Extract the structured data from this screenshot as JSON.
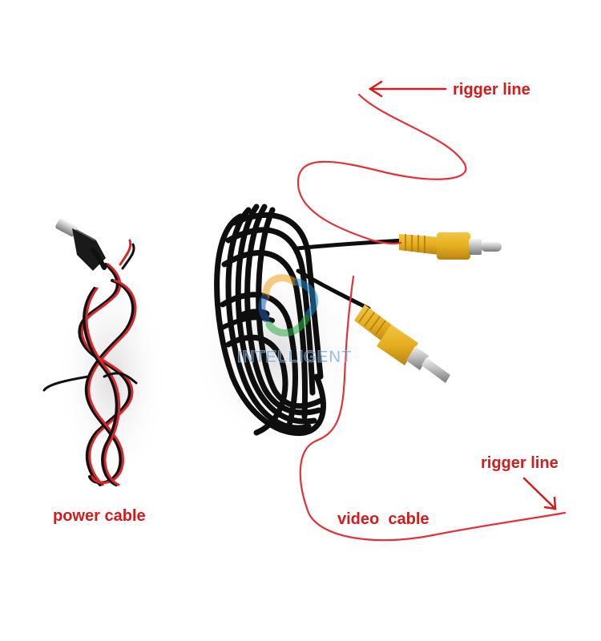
{
  "image": {
    "subject": "product-photo",
    "background_color": "#ffffff",
    "annotation_color": "#d41c1c"
  },
  "labels": {
    "top_rigger": "rigger line",
    "power": "power cable",
    "video": "video  cable",
    "bottom_rigger": "rigger line"
  },
  "watermark": {
    "text": "INTELLIGENT",
    "icon": "swirl-logo-icon"
  }
}
